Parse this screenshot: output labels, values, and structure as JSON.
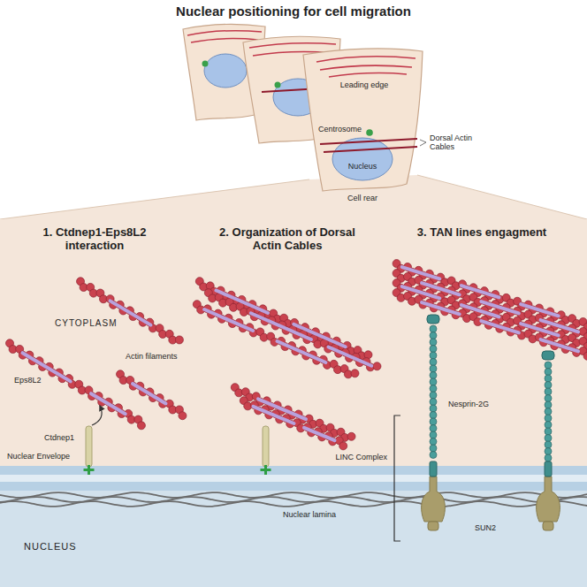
{
  "diagram": {
    "title": "Nuclear positioning for cell migration",
    "labels": [
      "Leading edge",
      "Centrosome",
      "Dorsal Actin Cables",
      "Nucleus",
      "Cell rear",
      "1. Ctdnep1-Eps8L2 interaction",
      "2. Organization of Dorsal Actin Cables",
      "3. TAN lines engagment",
      "CYTOPLASM",
      "Actin filaments",
      "Eps8L2",
      "Ctdnep1",
      "Nesprin-2G",
      "LINC Complex",
      "Nuclear Envelope",
      "Nuclear lamina",
      "SUN2",
      "NUCLEUS"
    ]
  }
}
